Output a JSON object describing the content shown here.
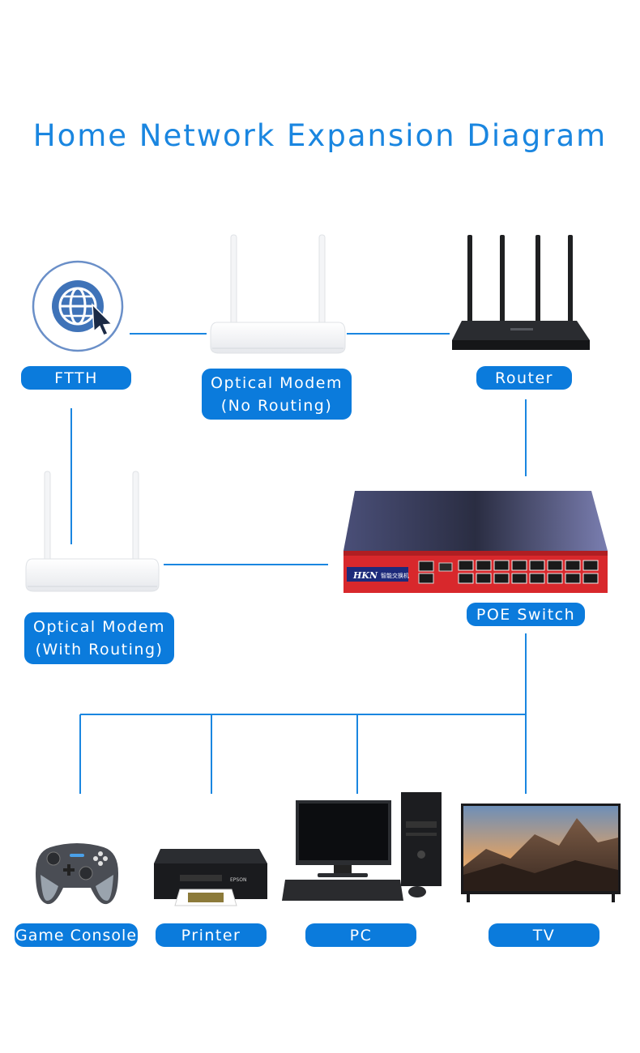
{
  "diagram": {
    "title": "Home Network Expansion Diagram",
    "nodes": {
      "ftth": {
        "label": "FTTH"
      },
      "modem_no_routing": {
        "label_line1": "Optical Modem",
        "label_line2": "(No Routing)"
      },
      "router": {
        "label": "Router"
      },
      "modem_with_routing": {
        "label_line1": "Optical Modem",
        "label_line2": "(With Routing)"
      },
      "poe_switch": {
        "label": "POE Switch",
        "brand": "HKN",
        "brand_text": "智能交换机"
      },
      "game_console": {
        "label": "Game Console"
      },
      "printer": {
        "label": "Printer",
        "brand": "EPSON"
      },
      "pc": {
        "label": "PC"
      },
      "tv": {
        "label": "TV"
      }
    },
    "edges": [
      {
        "from": "ftth",
        "to": "modem_no_routing"
      },
      {
        "from": "modem_no_routing",
        "to": "router"
      },
      {
        "from": "router",
        "to": "poe_switch"
      },
      {
        "from": "ftth",
        "to": "modem_with_routing"
      },
      {
        "from": "modem_with_routing",
        "to": "poe_switch"
      },
      {
        "from": "poe_switch",
        "to": "game_console"
      },
      {
        "from": "poe_switch",
        "to": "printer"
      },
      {
        "from": "poe_switch",
        "to": "pc"
      },
      {
        "from": "poe_switch",
        "to": "tv"
      }
    ],
    "colors": {
      "accent": "#0b7bdc",
      "line": "#1a86e0",
      "title": "#1a86e0"
    }
  }
}
